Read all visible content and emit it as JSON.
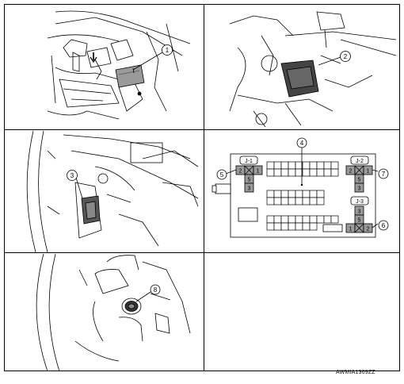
{
  "callouts": {
    "c1": "1",
    "c2": "2",
    "c3": "3",
    "c4": "4",
    "c5": "5",
    "c6": "6",
    "c7": "7",
    "c8": "8"
  },
  "junctions": {
    "j1": {
      "label": "J-1",
      "pins": [
        "2",
        "1",
        "5",
        "3"
      ]
    },
    "j2": {
      "label": "J-2",
      "pins": [
        "2",
        "1",
        "5",
        "3"
      ]
    },
    "j3": {
      "label": "J-3",
      "pins": [
        "3",
        "5",
        "1",
        "2"
      ]
    }
  },
  "figure_code": "AWMIA1369ZZ"
}
